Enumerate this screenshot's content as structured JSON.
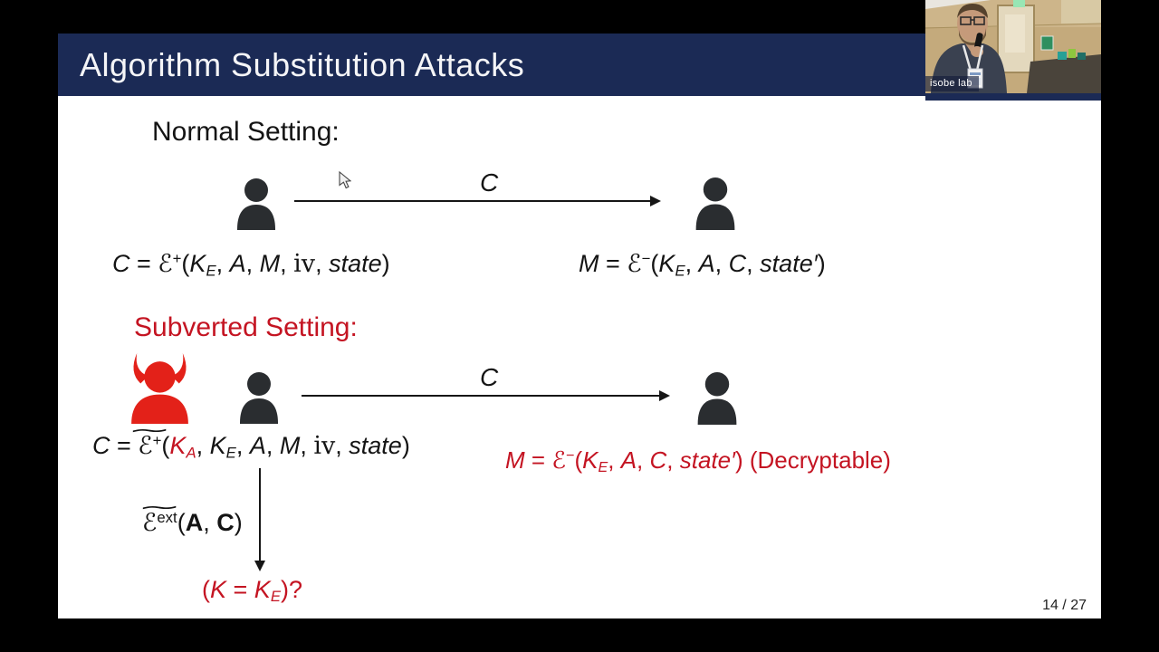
{
  "slide": {
    "title": "Algorithm Substitution Attacks",
    "page_number": "14 / 27"
  },
  "colors": {
    "title_bar": "#1b2a55",
    "alert_red": "#c41422",
    "devil_red": "#e32119",
    "person_icon": "#2a2d30",
    "slide_bg": "#ffffff",
    "letterbox": "#000000"
  },
  "normal": {
    "heading": "Normal Setting:",
    "arrow_label": "C",
    "enc_formula": [
      {
        "t": "C"
      },
      {
        "t": " = ",
        "c": "rm"
      },
      {
        "t": "ℰ",
        "c": "scr"
      },
      {
        "t": "+",
        "c": "sup rm"
      },
      {
        "t": "(",
        "c": "rm"
      },
      {
        "t": "K"
      },
      {
        "t": "E",
        "c": "sub"
      },
      {
        "t": ", ",
        "c": "rm"
      },
      {
        "t": "A"
      },
      {
        "t": ", ",
        "c": "rm"
      },
      {
        "t": "M"
      },
      {
        "t": ", ",
        "c": "rm"
      },
      {
        "t": "iv",
        "c": "rm ser"
      },
      {
        "t": ", ",
        "c": "rm"
      },
      {
        "t": "state"
      },
      {
        "t": ")",
        "c": "rm"
      }
    ],
    "dec_formula": [
      {
        "t": "M"
      },
      {
        "t": " = ",
        "c": "rm"
      },
      {
        "t": "ℰ",
        "c": "scr"
      },
      {
        "t": "−",
        "c": "sup rm"
      },
      {
        "t": "(",
        "c": "rm"
      },
      {
        "t": "K"
      },
      {
        "t": "E",
        "c": "sub"
      },
      {
        "t": ", ",
        "c": "rm"
      },
      {
        "t": "A"
      },
      {
        "t": ", ",
        "c": "rm"
      },
      {
        "t": "C"
      },
      {
        "t": ", ",
        "c": "rm"
      },
      {
        "t": "state"
      },
      {
        "t": "′"
      },
      {
        "t": ")",
        "c": "rm"
      }
    ]
  },
  "subverted": {
    "heading": "Subverted Setting:",
    "arrow_label": "C",
    "enc_formula": [
      {
        "t": "C"
      },
      {
        "t": " = ",
        "c": "rm"
      },
      {
        "over": "∼",
        "segs": [
          {
            "t": "ℰ",
            "c": "scr"
          },
          {
            "t": "+",
            "c": "sup rm"
          }
        ]
      },
      {
        "t": "(",
        "c": "rm"
      },
      {
        "t": "K",
        "c": "red"
      },
      {
        "t": "A",
        "c": "sub red"
      },
      {
        "t": ", ",
        "c": "rm"
      },
      {
        "t": "K"
      },
      {
        "t": "E",
        "c": "sub"
      },
      {
        "t": ", ",
        "c": "rm"
      },
      {
        "t": "A"
      },
      {
        "t": ", ",
        "c": "rm"
      },
      {
        "t": "M"
      },
      {
        "t": ", ",
        "c": "rm"
      },
      {
        "t": "iv",
        "c": "rm ser"
      },
      {
        "t": ", ",
        "c": "rm"
      },
      {
        "t": "state"
      },
      {
        "t": ")",
        "c": "rm"
      }
    ],
    "dec_formula": [
      {
        "t": "M"
      },
      {
        "t": " = ",
        "c": "rm"
      },
      {
        "t": "ℰ",
        "c": "scr"
      },
      {
        "t": "−",
        "c": "sup rm"
      },
      {
        "t": "(",
        "c": "rm"
      },
      {
        "t": "K"
      },
      {
        "t": "E",
        "c": "sub"
      },
      {
        "t": ", ",
        "c": "rm"
      },
      {
        "t": "A"
      },
      {
        "t": ", ",
        "c": "rm"
      },
      {
        "t": "C"
      },
      {
        "t": ", ",
        "c": "rm"
      },
      {
        "t": "state"
      },
      {
        "t": "′"
      },
      {
        "t": ") (Decryptable)",
        "c": "rm"
      }
    ],
    "exfil_formula": [
      {
        "over": "∼",
        "segs": [
          {
            "t": "ℰ",
            "c": "scr"
          },
          {
            "t": "ext",
            "c": "sup rm"
          }
        ]
      },
      {
        "t": "(",
        "c": "rm"
      },
      {
        "t": "A",
        "c": "b rm"
      },
      {
        "t": ", ",
        "c": "rm"
      },
      {
        "t": "C",
        "c": "b rm"
      },
      {
        "t": ")",
        "c": "rm"
      }
    ],
    "key_check_formula": [
      {
        "t": "(",
        "c": "rm"
      },
      {
        "t": "K"
      },
      {
        "t": " = ",
        "c": "rm"
      },
      {
        "t": "K"
      },
      {
        "t": "E",
        "c": "sub"
      },
      {
        "t": ")?",
        "c": "rm"
      }
    ]
  },
  "webcam": {
    "label": "isobe lab"
  }
}
